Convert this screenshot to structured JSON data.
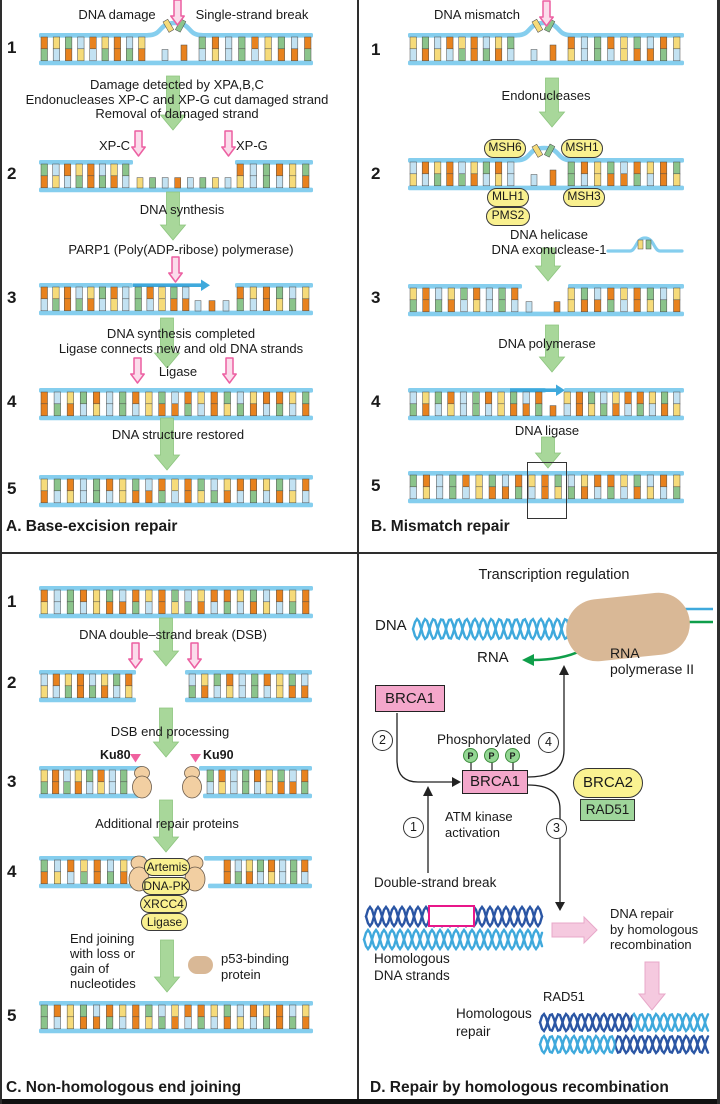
{
  "palette": {
    "backbone": "#85CEEE",
    "arrow_blue": "#3FA9DC",
    "green_arrow": "#A8D79A",
    "green_arrow_edge": "#8CC57E",
    "pink_outline": "#EC5FA1",
    "pink_fill": "#FBDCEB",
    "pink_solid": "#F0619F",
    "fat_pink": "#F5C9DF",
    "fat_pink_edge": "#E8A8C9",
    "yellow_oval": "#F9F08F",
    "tan_ku": "#F2CFA2",
    "tan_blob": "#D9B896",
    "brca_pink": "#F4A7CB",
    "brca2_yellow": "#FAF291",
    "rad51_green": "#9FD69B",
    "p_green": "#93D693",
    "helix_light": "#3FA9DC",
    "helix_dark": "#2B56A4",
    "rna_green": "#0F9E4A",
    "magenta": "#E8178A",
    "text": "#1a1a1a",
    "outline": "#3a3a3a"
  },
  "dna": {
    "colors": {
      "O": "#E8821E",
      "Y": "#F6DB7A",
      "G": "#8BC48B",
      "B": "#C3E2F2"
    },
    "pair_sequence": [
      "OG",
      "YB",
      "GO",
      "BY",
      "OB",
      "YG",
      "OO",
      "BG",
      "YO",
      "GB",
      "OY",
      "BB",
      "GG",
      "OB",
      "YY",
      "GO",
      "BO",
      "OG",
      "YB",
      "OO",
      "GY",
      "BG",
      "YO",
      "OB"
    ],
    "small_sequence": [
      "Y",
      "G",
      "B",
      "O",
      "B",
      "G",
      "Y",
      "B"
    ]
  },
  "panels": {
    "a": {
      "caption": "A. Base-excision repair",
      "steps": [
        "1",
        "2",
        "3",
        "4",
        "5"
      ],
      "damage_label": "DNA damage",
      "ssb_label": "Single-strand break",
      "detect_text": "Damage detected by XPA,B,C\nEndonucleases XP-C and XP-G cut damaged strand\nRemoval of damaged strand",
      "xpc": "XP-C",
      "xpg": "XP-G",
      "synthesis": "DNA synthesis",
      "parp1": "PARP1 (Poly(ADP-ribose) polymerase)",
      "synth_completed": "DNA synthesis completed\nLigase connects new and old DNA strands",
      "ligase": "Ligase",
      "restored": "DNA structure restored"
    },
    "b": {
      "caption": "B. Mismatch repair",
      "steps": [
        "1",
        "2",
        "3",
        "4",
        "5"
      ],
      "mismatch_label": "DNA mismatch",
      "endonucleases": "Endonucleases",
      "msh6": "MSH6",
      "msh1": "MSH1",
      "mlh1": "MLH1",
      "msh3": "MSH3",
      "pms2": "PMS2",
      "helicase_text": "DNA helicase\nDNA exonuclease-1",
      "polymerase": "DNA polymerase",
      "ligase": "DNA ligase"
    },
    "c": {
      "caption": "C. Non-homologous end joining",
      "steps": [
        "1",
        "2",
        "3",
        "4",
        "5"
      ],
      "dsb_label": "DNA double–strand break (DSB)",
      "processing": "DSB end processing",
      "ku80": "Ku80",
      "ku90": "Ku90",
      "additional": "Additional repair proteins",
      "artemis": "Artemis",
      "dnapk": "DNA-PK",
      "xrcc4": "XRCC4",
      "ligase": "Ligase",
      "end_joining": "End joining\nwith loss or\ngain of\nnucleotides",
      "p53": "p53-binding\nprotein"
    },
    "d": {
      "caption": "D. Repair by homologous recombination",
      "title": "Transcription regulation",
      "dna_label": "DNA",
      "rna_label": "RNA",
      "rna_pol": "RNA\npolymerase II",
      "brca1": "BRCA1",
      "phosphorylated": "Phosphorylated",
      "p_label": "P",
      "atm": "ATM kinase\nactivation",
      "brca2": "BRCA2",
      "rad51": "RAD51",
      "steps": [
        "1",
        "2",
        "3",
        "4"
      ],
      "dsb": "Double-strand break",
      "homologous_strands": "Homologous\nDNA strands",
      "repair_text": "DNA repair\nby homologous\nrecombination",
      "rad51_label": "RAD51",
      "homologous_repair": "Homologous\nrepair"
    }
  }
}
